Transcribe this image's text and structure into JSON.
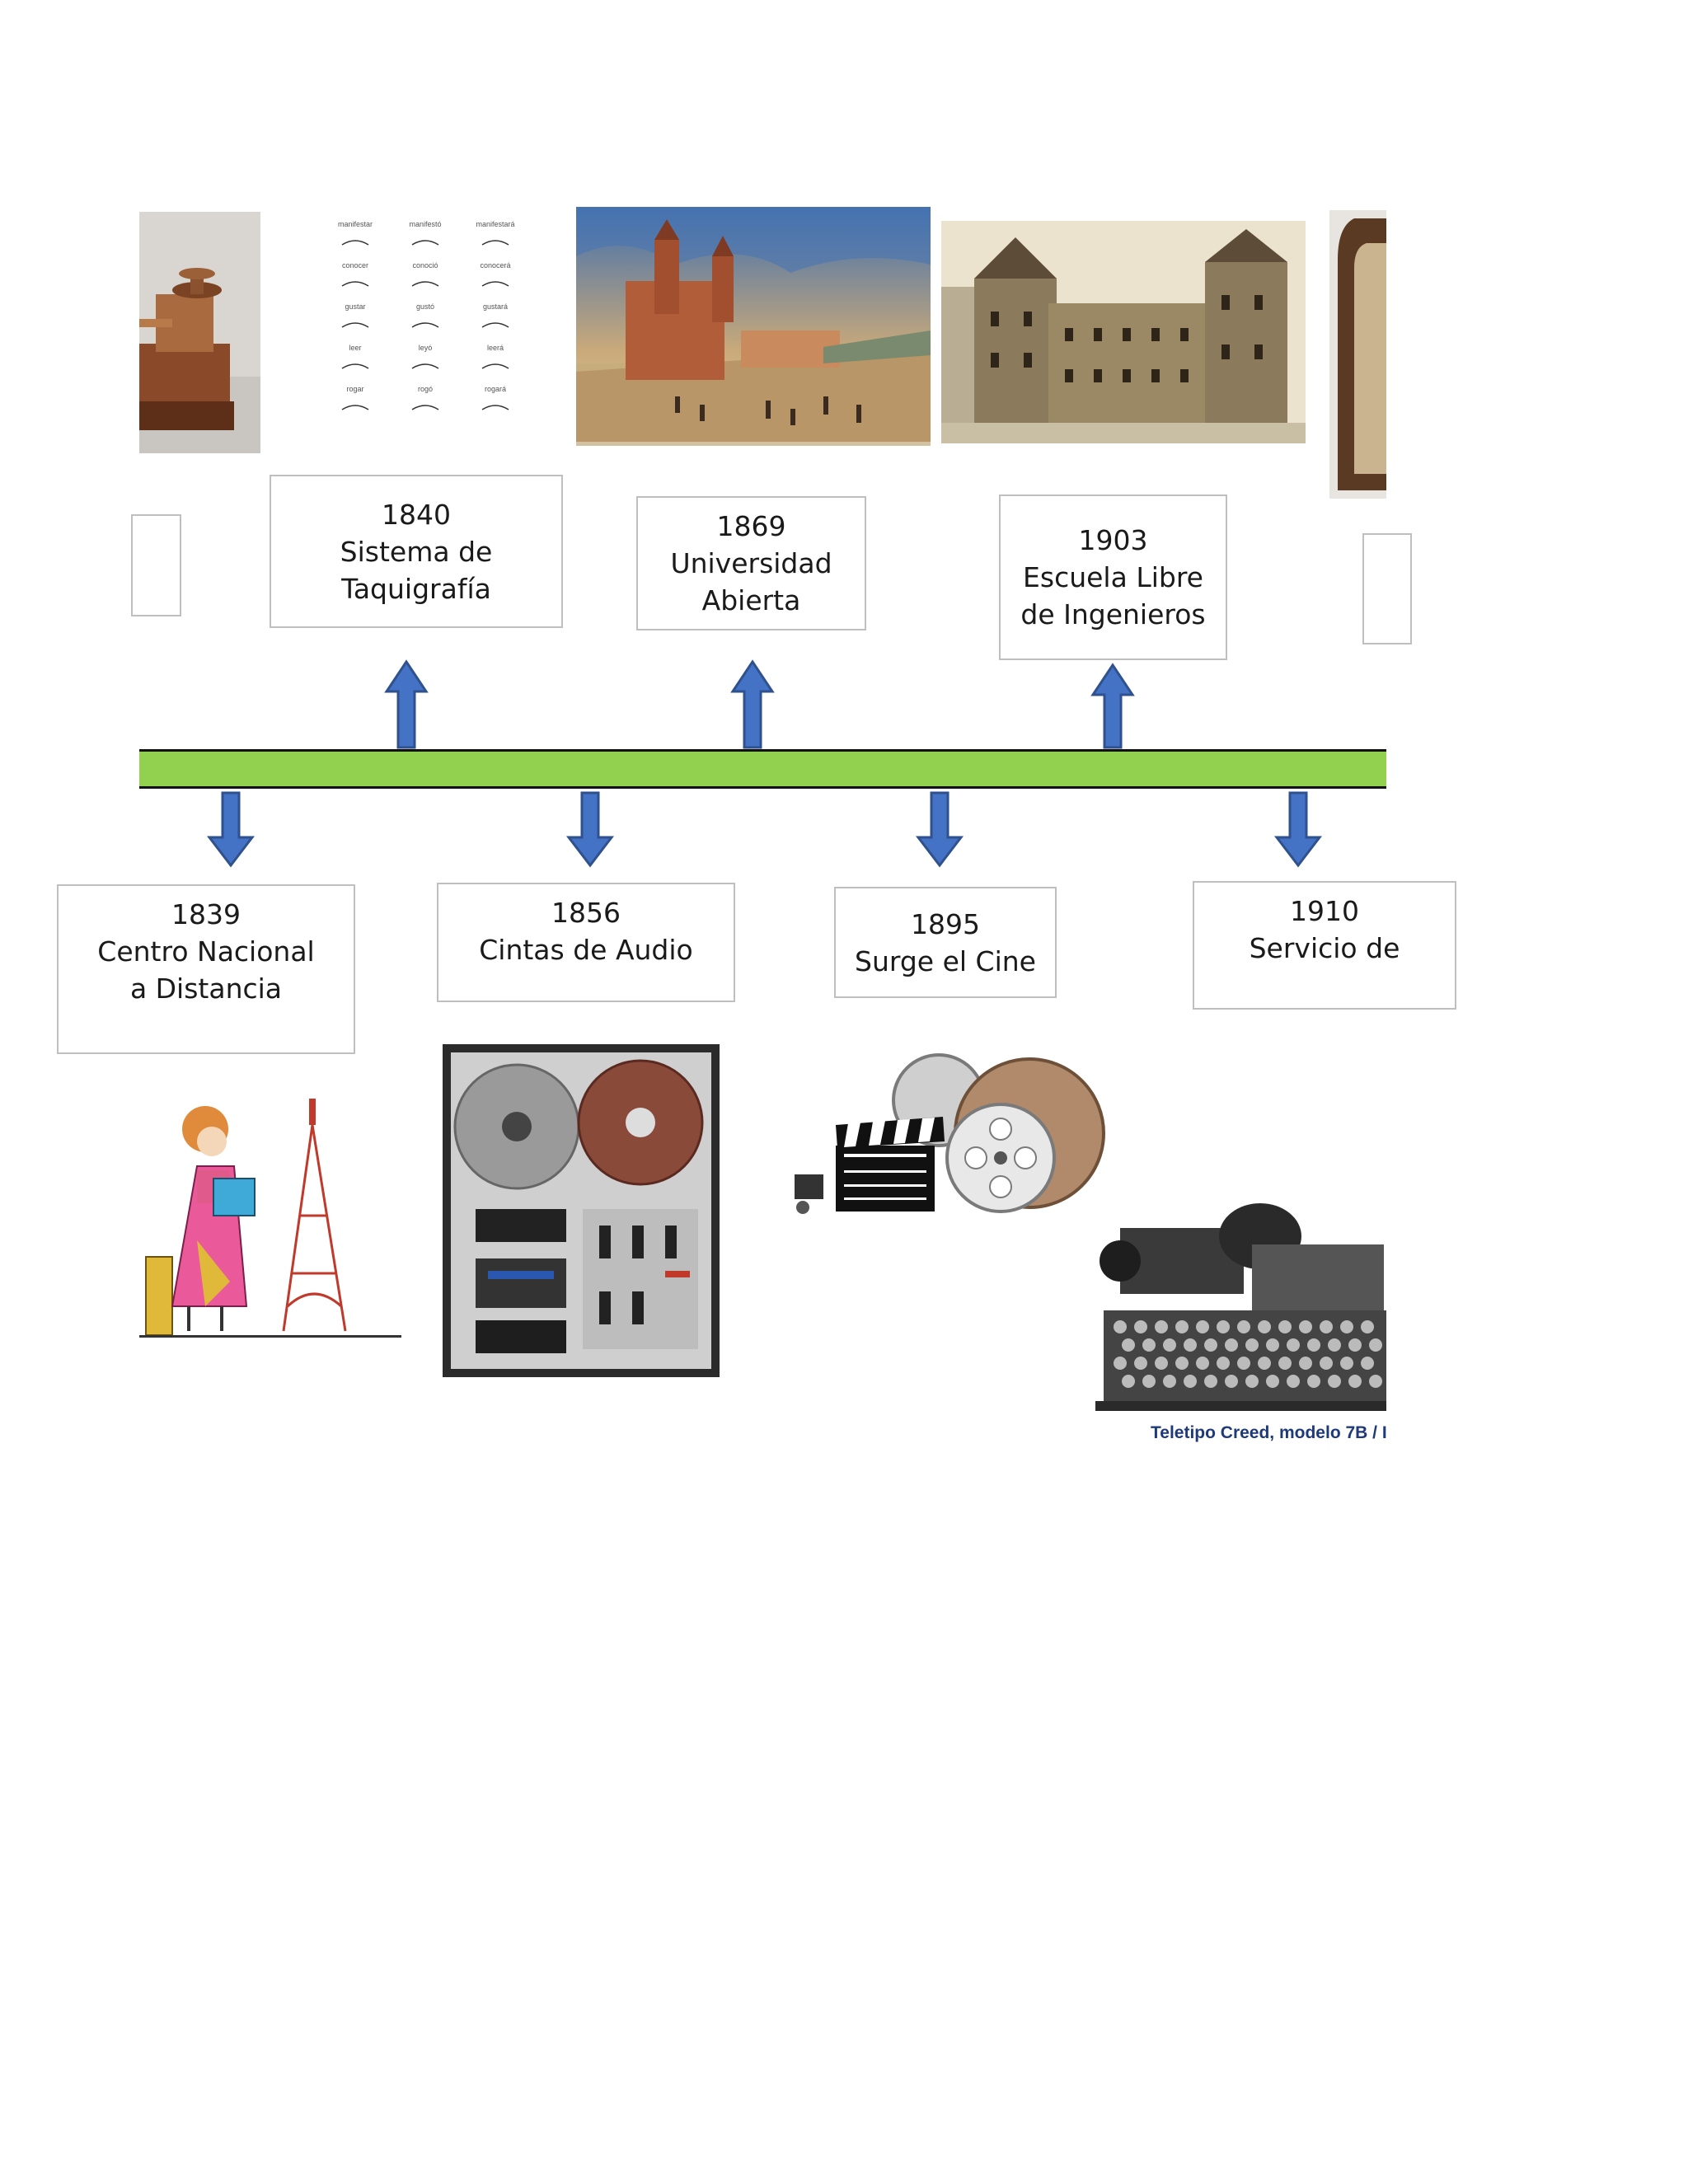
{
  "timeline": {
    "above": [
      {
        "year": "",
        "lines": []
      },
      {
        "year": "1840",
        "lines": [
          "Sistema de",
          "Taquigrafía"
        ]
      },
      {
        "year": "1869",
        "lines": [
          "Universidad",
          "Abierta"
        ]
      },
      {
        "year": "1903",
        "lines": [
          "Escuela Libre",
          "de Ingenieros"
        ]
      },
      {
        "year": "",
        "lines": []
      }
    ],
    "below": [
      {
        "year": "1839",
        "lines": [
          "Centro Nacional",
          "a Distancia"
        ]
      },
      {
        "year": "1856",
        "lines": [
          "Cintas de Audio"
        ]
      },
      {
        "year": "1895",
        "lines": [
          "Surge el Cine"
        ]
      },
      {
        "year": "1910",
        "lines": [
          "Servicio de"
        ]
      }
    ]
  },
  "shorthand": {
    "columns": [
      [
        "manifestar",
        "conocer",
        "gustar",
        "leer",
        "rogar"
      ],
      [
        "manifestó",
        "conoció",
        "gustó",
        "leyó",
        "rogó"
      ],
      [
        "manifestará",
        "conocerá",
        "gustará",
        "leerá",
        "rogará"
      ]
    ]
  },
  "teletipo": {
    "caption": "Teletipo Creed, modelo 7B / I"
  },
  "colors": {
    "bar": "#92d050",
    "arrow": "#4472c4",
    "arrow_stroke": "#2f528f",
    "box_border": "#bfbfbf"
  }
}
